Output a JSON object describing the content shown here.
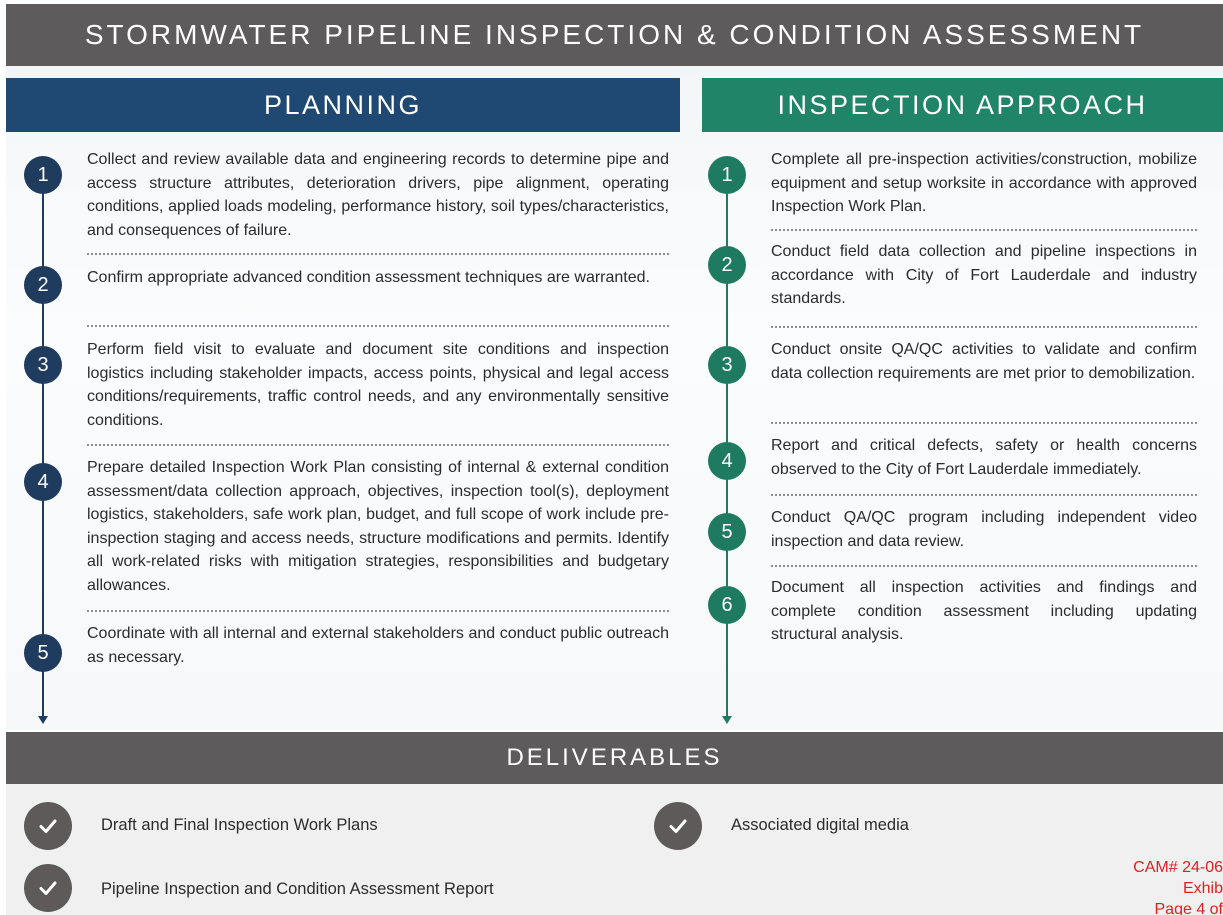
{
  "title": "STORMWATER PIPELINE INSPECTION & CONDITION ASSESSMENT",
  "planning": {
    "header": "PLANNING",
    "steps": [
      {
        "number": "1",
        "text": "Collect and review available data and engineering records to determine pipe and access structure attributes, deterioration drivers, pipe alignment, operating conditions, applied loads modeling, performance history, soil types/characteristics, and consequences of failure."
      },
      {
        "number": "2",
        "text": "Confirm appropriate advanced condition assessment techniques are warranted."
      },
      {
        "number": "3",
        "text": "Perform field visit to evaluate and document site conditions and inspection logistics including stakeholder impacts, access points, physical and legal access conditions/requirements, traffic control needs, and any environmentally sensitive conditions."
      },
      {
        "number": "4",
        "text": "Prepare detailed Inspection Work Plan consisting of internal & external condition assessment/data collection approach, objectives, inspection tool(s), deployment logistics, stakeholders, safe work plan, budget, and full scope of work include pre-inspection staging and access needs, structure modifications and permits. Identify all work-related risks with mitigation strategies, responsibilities and budgetary allowances."
      },
      {
        "number": "5",
        "text": "Coordinate with all internal and external stakeholders and conduct public outreach as necessary."
      }
    ]
  },
  "inspection": {
    "header": "INSPECTION APPROACH",
    "steps": [
      {
        "number": "1",
        "text": "Complete all pre-inspection activities/construction, mobilize equipment and setup worksite in accordance with approved Inspection Work Plan."
      },
      {
        "number": "2",
        "text": "Conduct field data collection and pipeline inspections in accordance with City of Fort Lauderdale and industry standards."
      },
      {
        "number": "3",
        "text": "Conduct onsite QA/QC activities to validate and confirm data collection requirements are met prior to demobilization."
      },
      {
        "number": "4",
        "text": "Report and critical defects, safety or health concerns observed to the City of Fort Lauderdale immediately."
      },
      {
        "number": "5",
        "text": "Conduct QA/QC program including independent video inspection and data review."
      },
      {
        "number": "6",
        "text": "Document all inspection activities and findings and complete condition assessment including updating structural analysis."
      }
    ]
  },
  "deliverables": {
    "header": "DELIVERABLES",
    "items": [
      "Draft and Final Inspection Work Plans",
      "Pipeline Inspection and Condition Assessment Report",
      "Associated digital media"
    ]
  },
  "stamp": {
    "line1": "CAM# 24-06",
    "line2": "Exhib",
    "line3": "Page 4 of"
  },
  "colors": {
    "banner_gray": "#5d5b5b",
    "planning_blue": "#1f4872",
    "inspection_green": "#1f8468",
    "stamp_red": "#e02020"
  }
}
